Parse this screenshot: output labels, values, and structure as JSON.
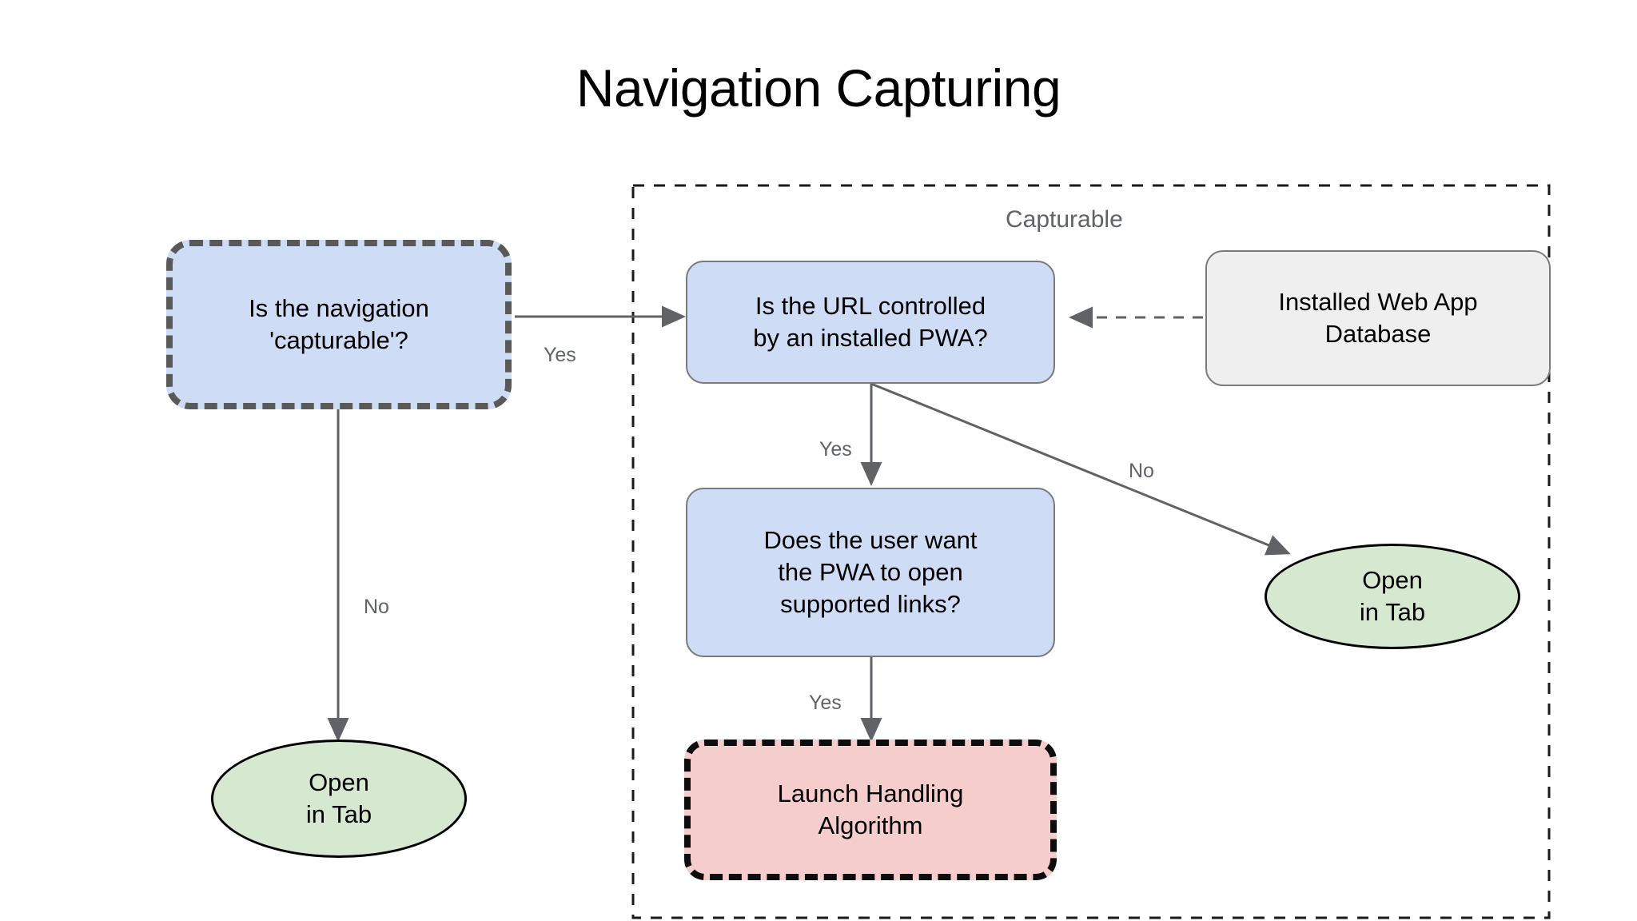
{
  "title": "Navigation Capturing",
  "group": {
    "label": "Capturable",
    "border_style": "dashed",
    "border_color": "#1a1a1a"
  },
  "colors": {
    "decision_fill": "#cfdcf5",
    "datastore_fill": "#efefef",
    "terminal_fill": "#d7e8d1",
    "algorithm_fill": "#f5cdcd",
    "edge_stroke": "#5f6368",
    "label_text": "#5f6368",
    "emphasis_border": "#595959",
    "algorithm_border": "#0d0d0d"
  },
  "nodes": [
    {
      "id": "is-navigation-capturable",
      "text": "Is the navigation\n'capturable'?",
      "shape": "rounded-rect",
      "style": "blue-dashed"
    },
    {
      "id": "is-url-controlled",
      "text": "Is the URL controlled\nby an installed PWA?",
      "shape": "rounded-rect",
      "style": "blue"
    },
    {
      "id": "installed-web-app-database",
      "text": "Installed Web App\nDatabase",
      "shape": "rounded-rect",
      "style": "gray"
    },
    {
      "id": "does-user-want-pwa",
      "text": "Does the user want\nthe PWA to open\nsupported links?",
      "shape": "rounded-rect",
      "style": "blue"
    },
    {
      "id": "launch-handling-algorithm",
      "text": "Launch Handling\nAlgorithm",
      "shape": "rounded-rect",
      "style": "pink-dashed"
    },
    {
      "id": "open-in-tab-left",
      "text": "Open\nin Tab",
      "shape": "ellipse",
      "style": "green"
    },
    {
      "id": "open-in-tab-right",
      "text": "Open\nin Tab",
      "shape": "ellipse",
      "style": "green"
    }
  ],
  "edges": [
    {
      "id": "capturable-yes",
      "from": "is-navigation-capturable",
      "to": "is-url-controlled",
      "label": "Yes",
      "style": "solid"
    },
    {
      "id": "capturable-no",
      "from": "is-navigation-capturable",
      "to": "open-in-tab-left",
      "label": "No",
      "style": "solid"
    },
    {
      "id": "url-controlled-yes",
      "from": "is-url-controlled",
      "to": "does-user-want-pwa",
      "label": "Yes",
      "style": "solid"
    },
    {
      "id": "url-controlled-no",
      "from": "is-url-controlled",
      "to": "open-in-tab-right",
      "label": "No",
      "style": "solid"
    },
    {
      "id": "user-want-yes",
      "from": "does-user-want-pwa",
      "to": "launch-handling-algorithm",
      "label": "Yes",
      "style": "solid"
    },
    {
      "id": "database-lookup",
      "from": "installed-web-app-database",
      "to": "is-url-controlled",
      "label": "",
      "style": "dashed"
    }
  ]
}
